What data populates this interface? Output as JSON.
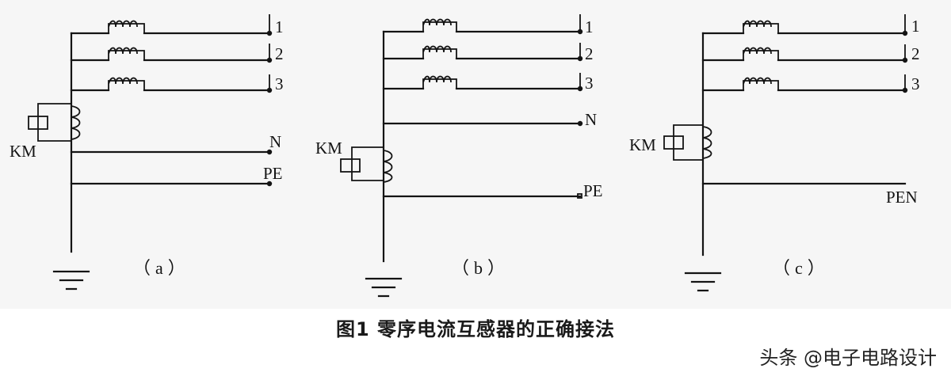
{
  "panels": [
    {
      "label": "（a）",
      "phases": [
        "1",
        "2",
        "3"
      ],
      "neutral": "N",
      "protective": "PE",
      "ct": "KM"
    },
    {
      "label": "（b）",
      "phases": [
        "1",
        "2",
        "3"
      ],
      "neutral": "N",
      "protective": "PE",
      "ct": "KM"
    },
    {
      "label": "（c）",
      "phases": [
        "1",
        "2",
        "3"
      ],
      "combined": "PEN",
      "ct": "KM"
    }
  ],
  "caption": "图1 零序电流互感器的正确接法",
  "watermark": "头条 @电子电路设计",
  "colors": {
    "line": "#141414",
    "background": "#f6f6f6"
  }
}
